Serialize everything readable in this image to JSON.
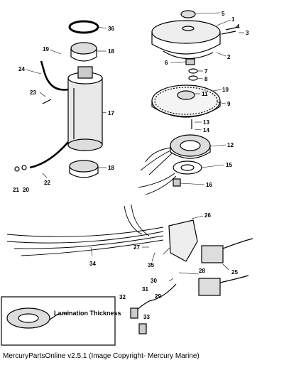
{
  "diagram": {
    "callouts": [
      "1",
      "2",
      "3",
      "4",
      "5",
      "6",
      "7",
      "8",
      "9",
      "10",
      "11",
      "12",
      "13",
      "14",
      "15",
      "16",
      "17",
      "18",
      "18",
      "19",
      "20",
      "21",
      "22",
      "23",
      "24",
      "25",
      "26",
      "27",
      "28",
      "29",
      "30",
      "31",
      "32",
      "33",
      "34",
      "35",
      "36"
    ],
    "inset_label": "Lamination Thickness"
  },
  "footer": {
    "copyright": "MercuryPartsOnline v2.5.1 (Image Copyright- Mercury Marine)"
  }
}
